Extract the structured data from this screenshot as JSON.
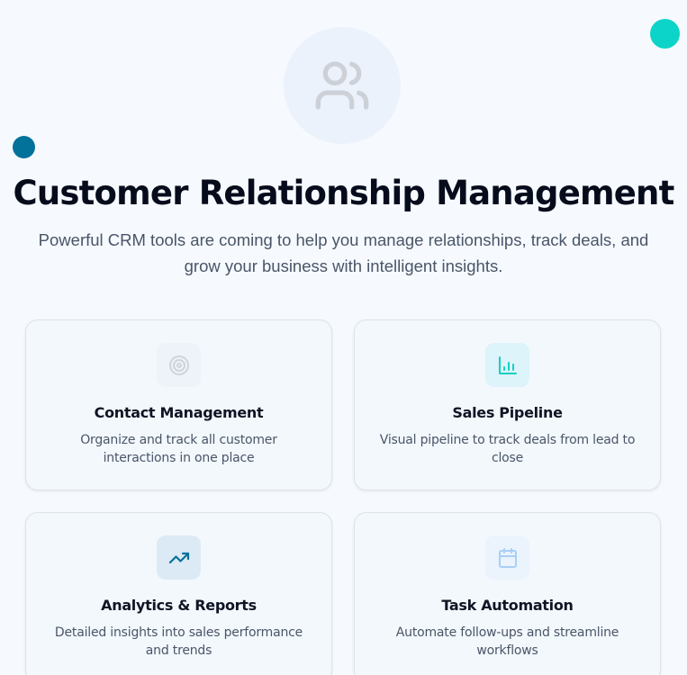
{
  "hero": {
    "icon": "users-icon",
    "title": "Customer Relationship Management",
    "subtitle": "Powerful CRM tools are coming to help you manage relationships, track deals, and grow your business with intelligent insights."
  },
  "decorations": {
    "teal_dot_color": "#0cd4c8",
    "blue_dot_color": "#03729a"
  },
  "features": [
    {
      "icon": "target-icon",
      "title": "Contact Management",
      "description": "Organize and track all customer interactions in one place",
      "icon_bg": "#eef3f9",
      "icon_color": "#cfd4da"
    },
    {
      "icon": "bar-chart-icon",
      "title": "Sales Pipeline",
      "description": "Visual pipeline to track deals from lead to close",
      "icon_bg": "#dcf4fa",
      "icon_color": "#17cfc4"
    },
    {
      "icon": "trending-up-icon",
      "title": "Analytics & Reports",
      "description": "Detailed insights into sales performance and trends",
      "icon_bg": "#dceaf5",
      "icon_color": "#06729a"
    },
    {
      "icon": "calendar-icon",
      "title": "Task Automation",
      "description": "Automate follow-ups and streamline workflows",
      "icon_bg": "#ebf3fd",
      "icon_color": "#a9cff5"
    }
  ]
}
